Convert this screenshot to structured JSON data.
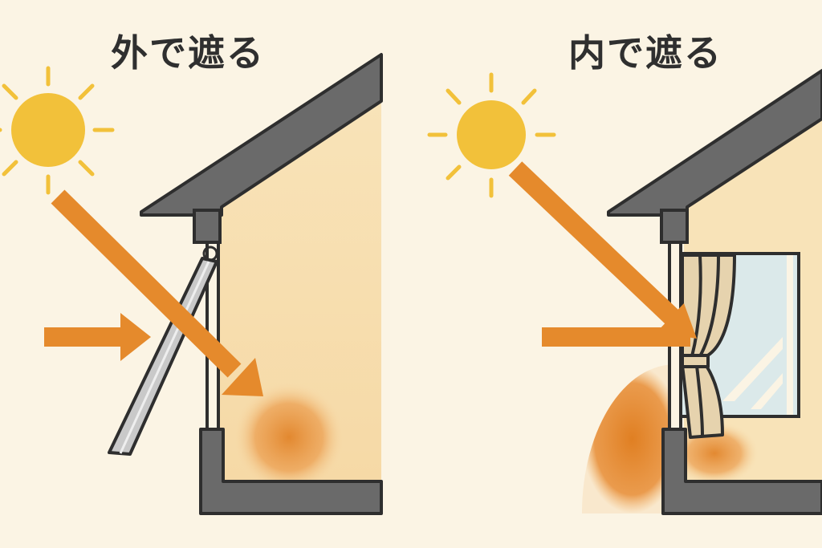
{
  "panels": [
    {
      "title": "外で遮る",
      "method": "exterior-awning"
    },
    {
      "title": "内で遮る",
      "method": "interior-curtain"
    }
  ],
  "colors": {
    "background": "#fbf4e4",
    "sun": "#f2c13a",
    "arrow": "#e58a2c",
    "structure": "#6a6a6a",
    "outline": "#2e2e2e",
    "interior": "#f7dfb0",
    "awning": "#c9c9c9",
    "curtain": "#e6d3ae",
    "glass": "#dbe9ea",
    "heat": "#e07f22"
  }
}
